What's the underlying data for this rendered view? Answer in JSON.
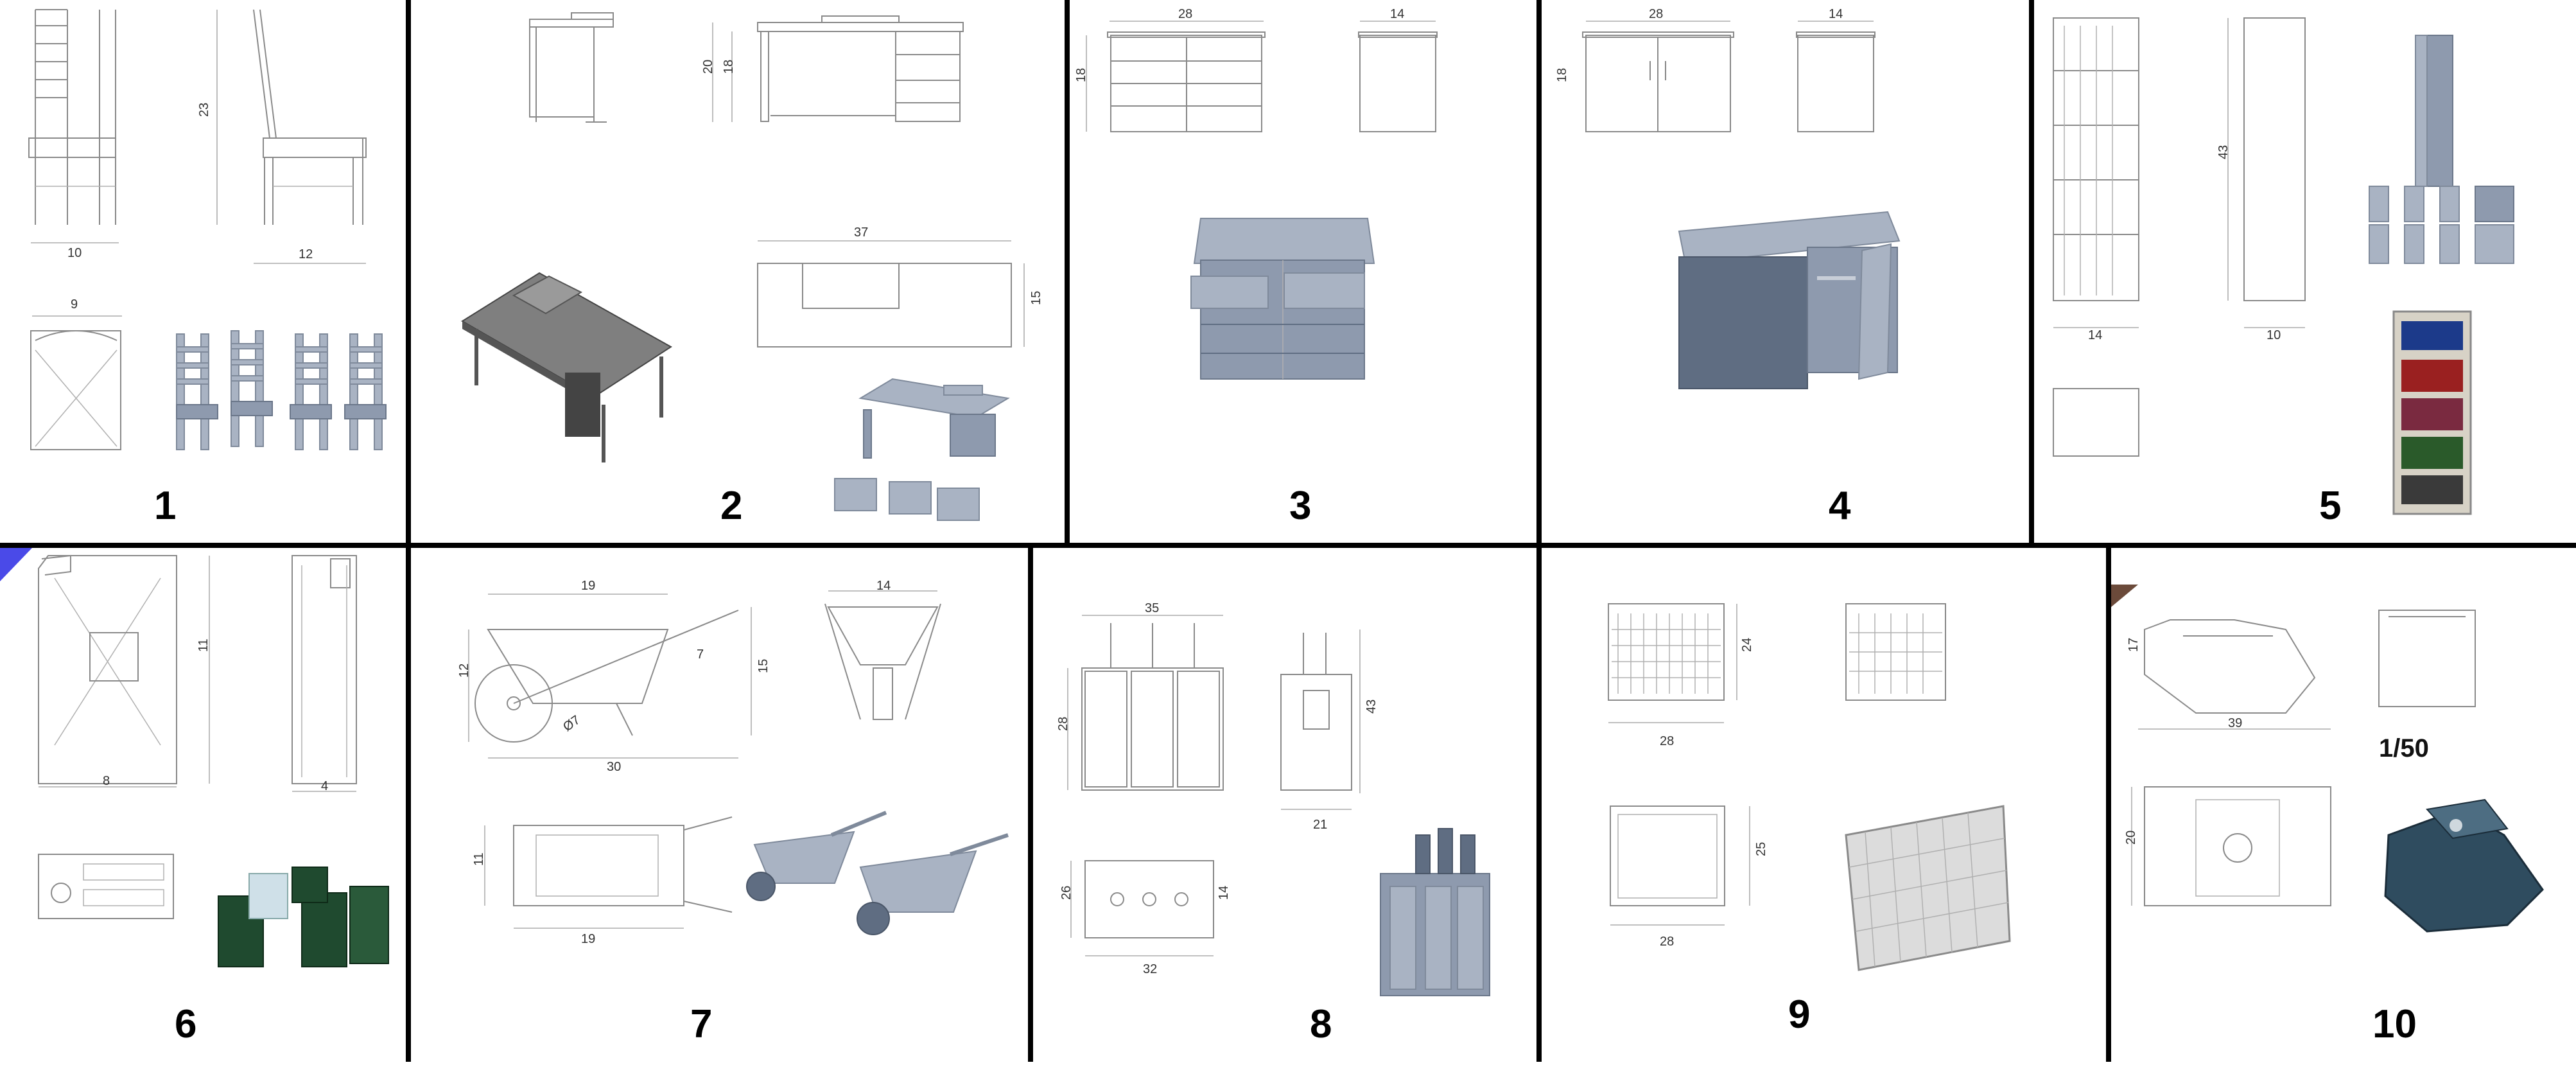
{
  "panels": [
    {
      "number": "1",
      "dims": [
        "23",
        "10",
        "12",
        "9"
      ]
    },
    {
      "number": "2",
      "dims": [
        "20",
        "18",
        "37",
        "15"
      ]
    },
    {
      "number": "3",
      "dims": [
        "28",
        "14",
        "18"
      ]
    },
    {
      "number": "4",
      "dims": [
        "28",
        "14",
        "18"
      ]
    },
    {
      "number": "5",
      "dims": [
        "43",
        "14",
        "10"
      ]
    },
    {
      "number": "6",
      "dims": [
        "11",
        "8",
        "4"
      ]
    },
    {
      "number": "7",
      "dims": [
        "19",
        "14",
        "12",
        "7",
        "15",
        "Ø7",
        "30",
        "11",
        "19"
      ]
    },
    {
      "number": "8",
      "dims": [
        "35",
        "28",
        "43",
        "21",
        "26",
        "14",
        "32"
      ]
    },
    {
      "number": "9",
      "dims": [
        "24",
        "28",
        "25",
        "28"
      ]
    },
    {
      "number": "10",
      "dims": [
        "17",
        "39",
        "20"
      ],
      "scale": "1/50"
    }
  ],
  "colors": {
    "divider": "#000000",
    "accent_blue": "#4a4ae8",
    "accent_brown": "#6b4a3a",
    "print_grey": "#8e9aae"
  }
}
